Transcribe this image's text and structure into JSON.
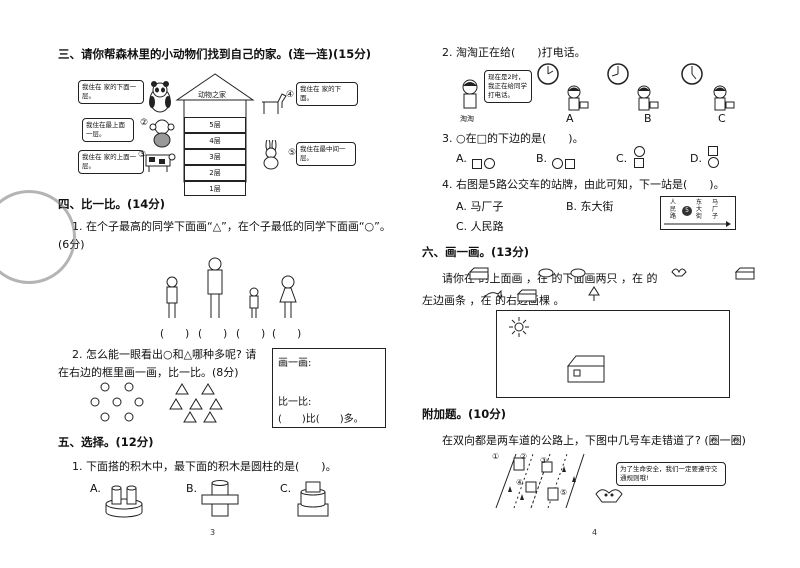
{
  "left_page": {
    "sec3": {
      "title": "三、请你帮森林里的小动物们找到自己的家。(连一连)(15分)",
      "house_title": "动物之家",
      "floors": [
        "5层",
        "4层",
        "3层",
        "2层",
        "1层"
      ],
      "bubbles": {
        "b1": "我住在 家的下面一层。",
        "b2": "我住在最上面一层。",
        "b3": "我住在 家的上面一层。",
        "b4": "我住在 家的下面。",
        "b5": "我住在最中间一层。"
      },
      "markers": [
        "①",
        "②",
        "③",
        "④",
        "⑤"
      ]
    },
    "sec4": {
      "title": "四、比一比。(14分)",
      "q1_line1": "1. 在个子最高的同学下面画“△”，在个子最低的同学下面画“○”。",
      "q1_line2": "(6分)",
      "q1_parens": [
        "(　　)",
        "(　　)",
        "(　　)",
        "(　　)"
      ],
      "q2_line1": "2. 怎么能一眼看出○和△哪种多呢? 请",
      "q2_line2": "在右边的框里画一画，比一比。(8分)",
      "box_line1": "画一画:",
      "box_line2": "比一比:",
      "box_line3": "(　　)比(　　)多。"
    },
    "sec5": {
      "title": "五、选择。(12分)",
      "q1": "1. 下面搭的积木中，最下面的积木是圆柱的是(　　)。",
      "options": [
        "A.",
        "B.",
        "C."
      ]
    },
    "page_number": "3"
  },
  "right_page": {
    "q2": {
      "text": "2. 淘淘正在给(　　)打电话。",
      "bubble": "现在是2时，我正在给同学打电话。",
      "name": "淘淘",
      "options": [
        "A",
        "B",
        "C"
      ]
    },
    "q3": {
      "text": "3. ○在□的下边的是(　　)。",
      "options": [
        "A.",
        "B.",
        "C.",
        "D."
      ]
    },
    "q4": {
      "text": "4. 右图是5路公交车的站牌，由此可知，下一站是(　　)。",
      "options": [
        "A. 马厂子",
        "B. 东大街",
        "C. 人民路"
      ],
      "stations": [
        "人民路",
        "东大街",
        "马厂子"
      ],
      "badge": "5"
    },
    "sec6": {
      "title": "六、画一画。(13分)",
      "line1": "请你在 的上面画 ，在 的下面画两只 ，在 的",
      "line2": "左边画条 ，在 的右边画棵 。"
    },
    "bonus": {
      "title": "附加题。(10分)",
      "text": "在双向都是两车道的公路上，下图中几号车走错道了? (圈一圈)",
      "bubble": "为了生命安全，我们一定要遵守交通规则哦!",
      "markers": [
        "①",
        "②",
        "③",
        "④",
        "⑤"
      ]
    },
    "page_number": "4"
  },
  "colors": {
    "ink": "#111111",
    "stamp": "#777777",
    "paper": "#ffffff"
  }
}
